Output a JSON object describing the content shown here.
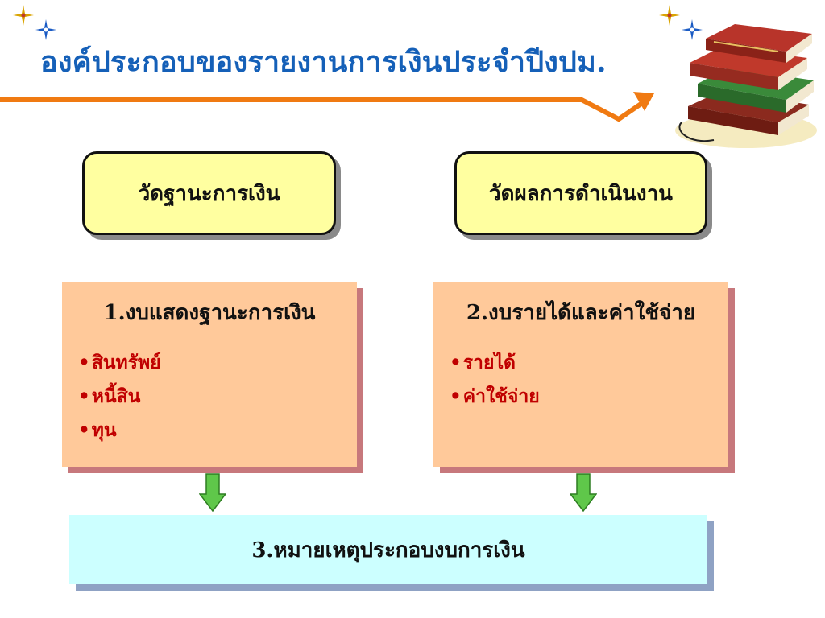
{
  "title": "องค์ประกอบของรายงานการเงินประจำปีงปม.",
  "colors": {
    "title": "#1560b8",
    "accent_line": "#f07a12",
    "header_box": "#ffffa0",
    "statement_box": "#ffc99a",
    "notes_box": "#ccffff",
    "arrow": "#5fc74a",
    "bullet_text": "#c00000"
  },
  "header_boxes": [
    {
      "label": "วัดฐานะการเงิน"
    },
    {
      "label": "วัดผลการดำเนินงาน"
    }
  ],
  "statements": [
    {
      "title": "1.งบแสดงฐานะการเงิน",
      "items": [
        "สินทรัพย์",
        "หนี้สิน",
        "ทุน"
      ]
    },
    {
      "title": "2.งบรายได้และค่าใช้จ่าย",
      "items": [
        "รายได้",
        "ค่าใช้จ่าย"
      ]
    }
  ],
  "notes": {
    "label": "3.หมายเหตุประกอบงบการเงิน"
  },
  "bullet_glyph": "•",
  "decorations": [
    "sparkle-icon",
    "books-stack-icon",
    "arrow-line-icon"
  ]
}
